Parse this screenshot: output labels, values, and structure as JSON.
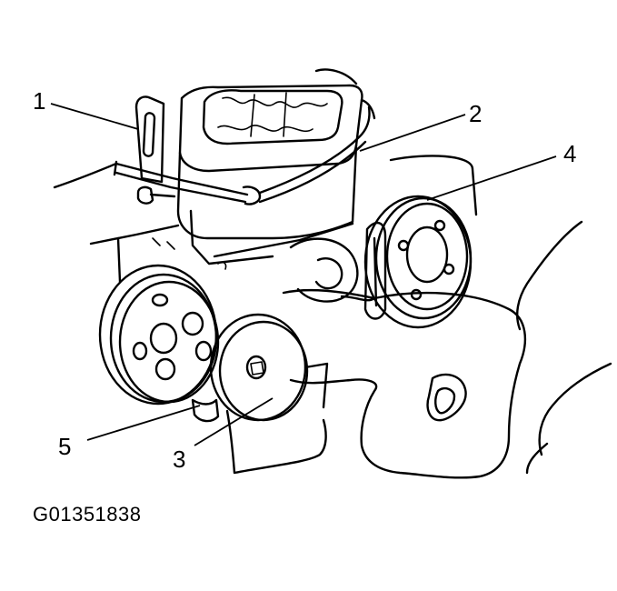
{
  "diagram": {
    "callouts": [
      {
        "id": "1",
        "label": "1"
      },
      {
        "id": "2",
        "label": "2"
      },
      {
        "id": "3",
        "label": "3"
      },
      {
        "id": "4",
        "label": "4"
      },
      {
        "id": "5",
        "label": "5"
      }
    ],
    "figure_id": "G01351838",
    "line_color": "#000000",
    "background": "#ffffff"
  }
}
